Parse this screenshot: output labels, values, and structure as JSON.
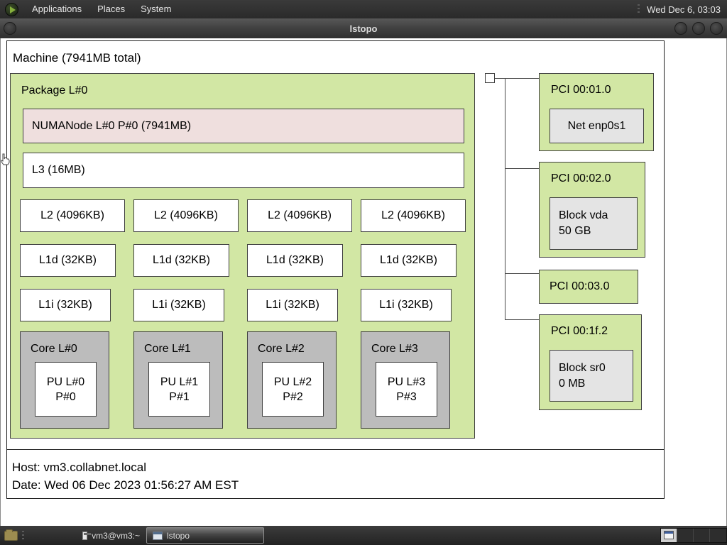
{
  "panel": {
    "menus": [
      {
        "label": "Applications"
      },
      {
        "label": "Places"
      },
      {
        "label": "System"
      }
    ],
    "clock": "Wed Dec 6, 03:03"
  },
  "window": {
    "title": "lstopo"
  },
  "topology": {
    "machine_label": "Machine (7941MB total)",
    "package_label": "Package L#0",
    "numa_label": "NUMANode L#0 P#0 (7941MB)",
    "l3_label": "L3 (16MB)",
    "l2": [
      "L2 (4096KB)",
      "L2 (4096KB)",
      "L2 (4096KB)",
      "L2 (4096KB)"
    ],
    "l1d": [
      "L1d (32KB)",
      "L1d (32KB)",
      "L1d (32KB)",
      "L1d (32KB)"
    ],
    "l1i": [
      "L1i (32KB)",
      "L1i (32KB)",
      "L1i (32KB)",
      "L1i (32KB)"
    ],
    "cores": [
      {
        "label": "Core L#0",
        "pu1": "PU L#0",
        "pu2": "P#0"
      },
      {
        "label": "Core L#1",
        "pu1": "PU L#1",
        "pu2": "P#1"
      },
      {
        "label": "Core L#2",
        "pu1": "PU L#2",
        "pu2": "P#2"
      },
      {
        "label": "Core L#3",
        "pu1": "PU L#3",
        "pu2": "P#3"
      }
    ],
    "pci": [
      {
        "label": "PCI 00:01.0",
        "device": "Net enp0s1"
      },
      {
        "label": "PCI 00:02.0",
        "dev1": "Block vda",
        "dev2": "50 GB"
      },
      {
        "label": "PCI 00:03.0"
      },
      {
        "label": "PCI 00:1f.2",
        "dev1": "Block sr0",
        "dev2": "0 MB"
      }
    ],
    "host_line": "Host: vm3.collabnet.local",
    "date_line": "Date: Wed 06 Dec 2023 01:56:27 AM EST"
  },
  "taskbar": {
    "items": [
      {
        "label": "vm3@vm3:~"
      },
      {
        "label": "lstopo"
      }
    ]
  },
  "colors": {
    "package_green": "#d2e7a4",
    "numa_pink": "#efdfde",
    "core_gray": "#bcbcbc",
    "device_gray": "#e4e4e4",
    "panel_dark": "#2f2f2f"
  }
}
